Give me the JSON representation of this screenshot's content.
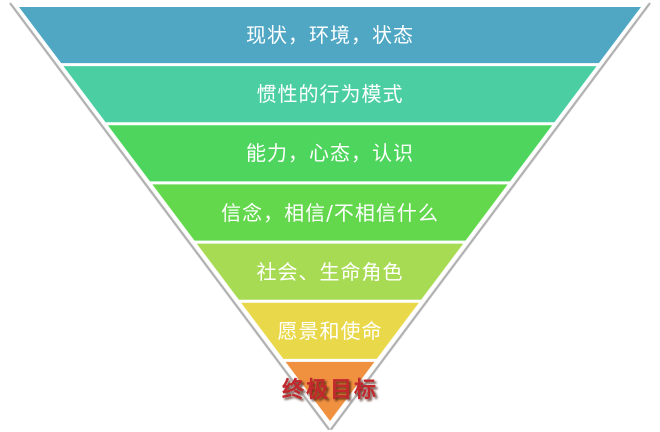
{
  "pyramid": {
    "levels": [
      {
        "label": "现状，环境，状态",
        "color": "#4FA7C4",
        "text_color": "#FFFFFF",
        "emphasis": false
      },
      {
        "label": "惯性的行为模式",
        "color": "#4BCFA2",
        "text_color": "#FFFFFF",
        "emphasis": false
      },
      {
        "label": "能力，心态，认识",
        "color": "#4DD55D",
        "text_color": "#FFFFFF",
        "emphasis": false
      },
      {
        "label": "信念，相信/不相信什么",
        "color": "#63D84C",
        "text_color": "#FFFFFF",
        "emphasis": false
      },
      {
        "label": "社会、生命角色",
        "color": "#A8DB54",
        "text_color": "#FFFFFF",
        "emphasis": false
      },
      {
        "label": "愿景和使命",
        "color": "#EAD84B",
        "text_color": "#FFFFFF",
        "emphasis": false
      },
      {
        "label": "终极目标",
        "color": "#F09140",
        "text_color": "#C1272D",
        "emphasis": true
      }
    ],
    "outline_color": "#B1B1B1",
    "separator_color": "#FFFFFF",
    "background_color": "#FFFFFF"
  }
}
